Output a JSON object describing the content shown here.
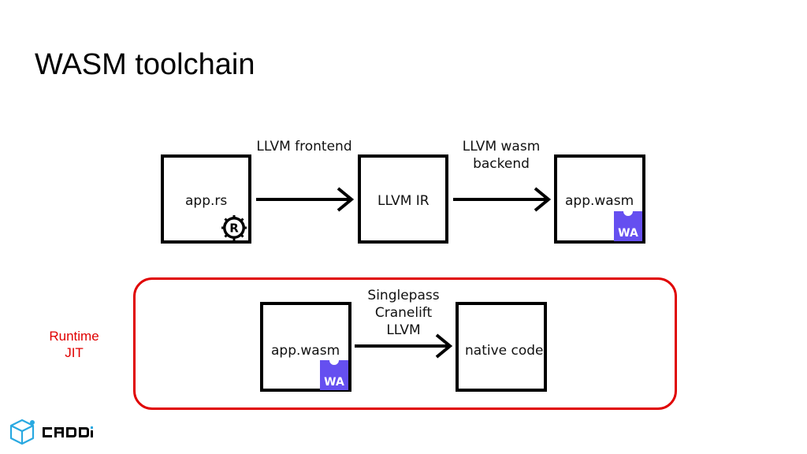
{
  "slide": {
    "title": "WASM toolchain"
  },
  "compile_pipeline": {
    "source_box": "app.rs",
    "ir_box": "LLVM IR",
    "output_box": "app.wasm",
    "step1_label": "LLVM frontend",
    "step2_label_lines": [
      "LLVM wasm",
      "backend"
    ]
  },
  "runtime_pipeline": {
    "side_label_lines": [
      "Runtime",
      "JIT"
    ],
    "input_box": "app.wasm",
    "output_box": "native code",
    "compiler_options": [
      "Singlepass",
      "Cranelift",
      "LLVM"
    ]
  },
  "logos": {
    "wasm_badge_text": "WA",
    "rust_letter": "R"
  },
  "colors": {
    "accent_red": "#e00000",
    "wasm_purple": "#654ff0",
    "logo_blue": "#29a9e1"
  }
}
